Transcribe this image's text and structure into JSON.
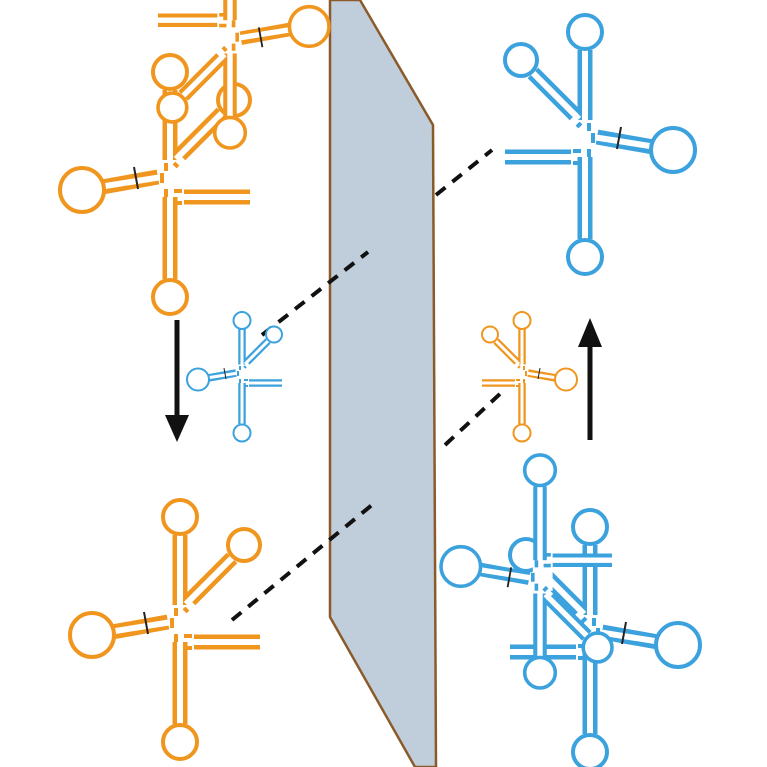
{
  "diagram": {
    "colors": {
      "orange_molecule": "#F0961E",
      "blue_molecule": "#3CA2DE",
      "mirror_plane_fill": "#BFCEDA",
      "mirror_plane_edge": "#8B5A2B",
      "arrow": "#111111",
      "dashed_link": "#111111"
    },
    "icons": [
      "rna-cloverleaf-orange",
      "rna-cloverleaf-blue",
      "mirror-plane",
      "arrow-down",
      "arrow-up"
    ]
  }
}
